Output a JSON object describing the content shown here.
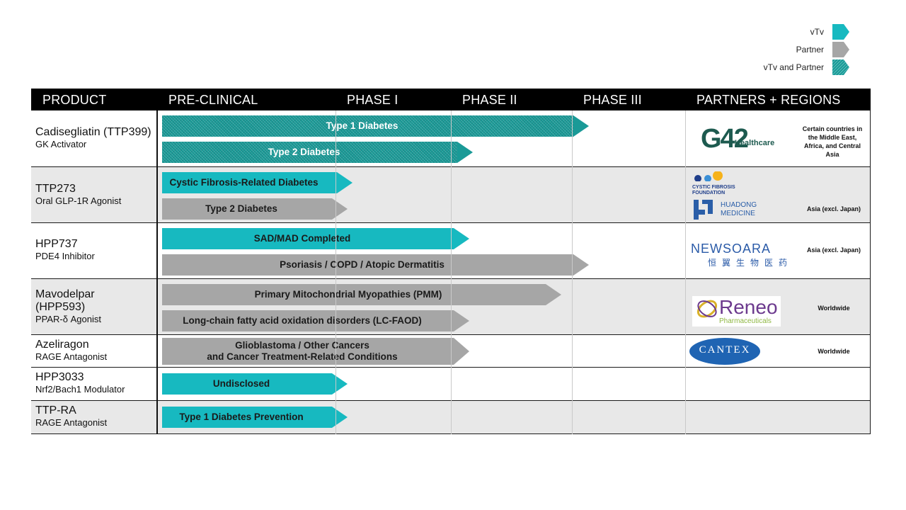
{
  "legend": [
    {
      "label": "vTv",
      "kind": "teal"
    },
    {
      "label": "Partner",
      "kind": "gray"
    },
    {
      "label": "vTv and Partner",
      "kind": "hatch"
    }
  ],
  "columns": [
    "PRODUCT",
    "PRE-CLINICAL",
    "PHASE I",
    "PHASE II",
    "PHASE III",
    "PARTNERS + REGIONS"
  ],
  "products": [
    {
      "name": "Cadisegliatin (TTP399)",
      "mechanism": "GK Activator",
      "programs": [
        {
          "label": "Type 1 Diabetes",
          "kind": "hatch"
        },
        {
          "label": "Type 2 Diabetes",
          "kind": "hatch"
        }
      ],
      "partners": [
        {
          "logo": "G42",
          "logo_sub": "Healthcare"
        }
      ],
      "region": "Certain countries in the Middle East, Africa, and Central Asia"
    },
    {
      "name": "TTP273",
      "mechanism": "Oral GLP-1R Agonist",
      "programs": [
        {
          "label": "Cystic Fibrosis-Related Diabetes",
          "kind": "teal"
        },
        {
          "label": "Type 2 Diabetes",
          "kind": "gray"
        }
      ],
      "partners": [
        {
          "logo": "CYSTIC FIBROSIS FOUNDATION"
        },
        {
          "logo": "HUADONG MEDICINE"
        }
      ],
      "region": "Asia (excl. Japan)"
    },
    {
      "name": "HPP737",
      "mechanism": "PDE4 Inhibitor",
      "programs": [
        {
          "label": "SAD/MAD Completed",
          "kind": "teal"
        },
        {
          "label": "Psoriasis / COPD / Atopic Dermatitis",
          "kind": "gray"
        }
      ],
      "partners": [
        {
          "logo": "NEWSOARA",
          "logo_sub": "恒翼生物医药"
        }
      ],
      "region": "Asia (excl. Japan)"
    },
    {
      "name": "Mavodelpar (HPP593)",
      "mechanism": "PPAR-δ Agonist",
      "programs": [
        {
          "label": "Primary Mitochondrial Myopathies (PMM)",
          "kind": "gray"
        },
        {
          "label": "Long-chain fatty acid oxidation disorders (LC-FAOD)",
          "kind": "gray"
        }
      ],
      "partners": [
        {
          "logo": "Reneo",
          "logo_sub": "Pharmaceuticals"
        }
      ],
      "region": "Worldwide"
    },
    {
      "name": "Azeliragon",
      "mechanism": "RAGE Antagonist",
      "programs": [
        {
          "label": "Glioblastoma / Other Cancers and Cancer Treatment-Related Conditions",
          "line1": "Glioblastoma / Other Cancers",
          "line2": "and Cancer Treatment-Related Conditions",
          "kind": "gray"
        }
      ],
      "partners": [
        {
          "logo": "CANTEX"
        }
      ],
      "region": "Worldwide"
    },
    {
      "name": "HPP3033",
      "mechanism": "Nrf2/Bach1 Modulator",
      "programs": [
        {
          "label": "Undisclosed",
          "kind": "teal"
        }
      ],
      "partners": [],
      "region": ""
    },
    {
      "name": "TTP-RA",
      "mechanism": "RAGE Antagonist",
      "programs": [
        {
          "label": "Type 1 Diabetes Prevention",
          "kind": "teal"
        }
      ],
      "partners": [],
      "region": ""
    }
  ],
  "colors": {
    "teal": "#17b9c0",
    "gray": "#a6a6a6",
    "hatch": "#1a9a97"
  }
}
